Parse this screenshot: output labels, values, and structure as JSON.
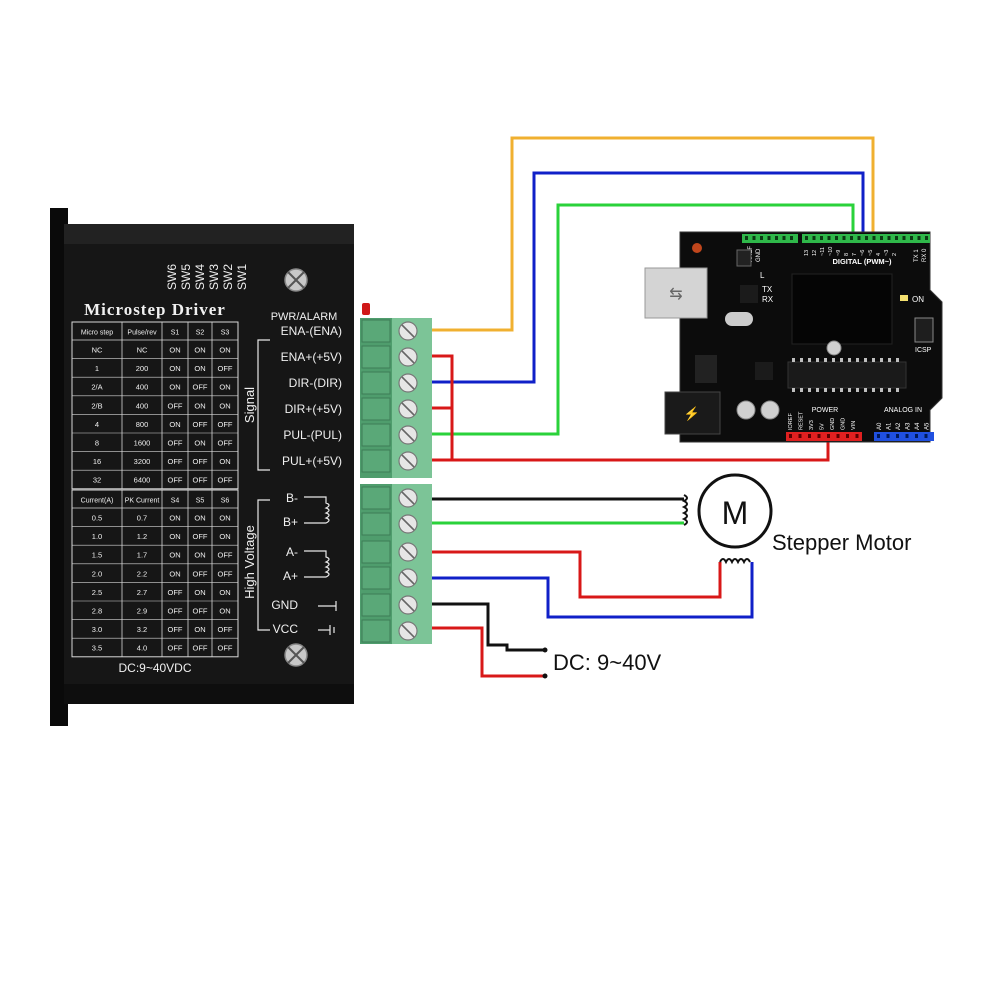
{
  "driver": {
    "title": "Microstep Driver",
    "switches": [
      "SW6",
      "SW5",
      "SW4",
      "SW3",
      "SW2",
      "SW1"
    ],
    "pwr_alarm": "PWR/ALARM",
    "dc_rating": "DC:9~40VDC",
    "signal_group": "Signal",
    "hv_group": "High Voltage",
    "microstep_table": {
      "headers": [
        "Micro step",
        "Pulse/rev",
        "S1",
        "S2",
        "S3"
      ],
      "rows": [
        [
          "NC",
          "NC",
          "ON",
          "ON",
          "ON"
        ],
        [
          "1",
          "200",
          "ON",
          "ON",
          "OFF"
        ],
        [
          "2/A",
          "400",
          "ON",
          "OFF",
          "ON"
        ],
        [
          "2/B",
          "400",
          "OFF",
          "ON",
          "ON"
        ],
        [
          "4",
          "800",
          "ON",
          "OFF",
          "OFF"
        ],
        [
          "8",
          "1600",
          "OFF",
          "ON",
          "OFF"
        ],
        [
          "16",
          "3200",
          "OFF",
          "OFF",
          "ON"
        ],
        [
          "32",
          "6400",
          "OFF",
          "OFF",
          "OFF"
        ]
      ]
    },
    "current_table": {
      "headers": [
        "Current(A)",
        "PK Current",
        "S4",
        "S5",
        "S6"
      ],
      "rows": [
        [
          "0.5",
          "0.7",
          "ON",
          "ON",
          "ON"
        ],
        [
          "1.0",
          "1.2",
          "ON",
          "OFF",
          "ON"
        ],
        [
          "1.5",
          "1.7",
          "ON",
          "ON",
          "OFF"
        ],
        [
          "2.0",
          "2.2",
          "ON",
          "OFF",
          "OFF"
        ],
        [
          "2.5",
          "2.7",
          "OFF",
          "ON",
          "ON"
        ],
        [
          "2.8",
          "2.9",
          "OFF",
          "OFF",
          "ON"
        ],
        [
          "3.0",
          "3.2",
          "OFF",
          "ON",
          "OFF"
        ],
        [
          "3.5",
          "4.0",
          "OFF",
          "OFF",
          "OFF"
        ]
      ]
    },
    "signal_terminals": [
      "ENA-(ENA)",
      "ENA+(+5V)",
      "DIR-(DIR)",
      "DIR+(+5V)",
      "PUL-(PUL)",
      "PUL+(+5V)"
    ],
    "power_terminals": [
      "B-",
      "B+",
      "A-",
      "A+",
      "GND",
      "VCC"
    ]
  },
  "arduino": {
    "digital": "DIGITAL (PWM~)",
    "aref": "AREF",
    "gnd": "GND",
    "tx_rx": [
      "TX 1",
      "RX 0"
    ],
    "led_labels": [
      "L",
      "TX",
      "RX"
    ],
    "on": "ON",
    "icsp": "ICSP",
    "power": "POWER",
    "analog_in": "ANALOG IN",
    "power_pins": [
      "IOREF",
      "RESET",
      "3V3",
      "5V",
      "GND",
      "GND",
      "VIN"
    ],
    "analog_pins": [
      "A0",
      "A1",
      "A2",
      "A3",
      "A4",
      "A5"
    ],
    "digital_pins": [
      "13",
      "12",
      "~11",
      "~10",
      "~9",
      "8",
      "7",
      "~6",
      "~5",
      "4",
      "~3",
      "2"
    ]
  },
  "motor": {
    "symbol": "M",
    "label": "Stepper Motor"
  },
  "power_supply": {
    "label": "DC: 9~40V"
  },
  "colors": {
    "driver_body": "#141414",
    "terminal_green": "#6fb88a",
    "board": "#0c0c0c",
    "wire_orange": "#f0b030",
    "wire_blue": "#1020c8",
    "wire_green": "#2ad23a",
    "wire_red": "#d81818",
    "wire_black": "#111111",
    "pin_red": "#e02020",
    "pin_blue": "#2050e0",
    "header_green": "#2fb84a"
  }
}
